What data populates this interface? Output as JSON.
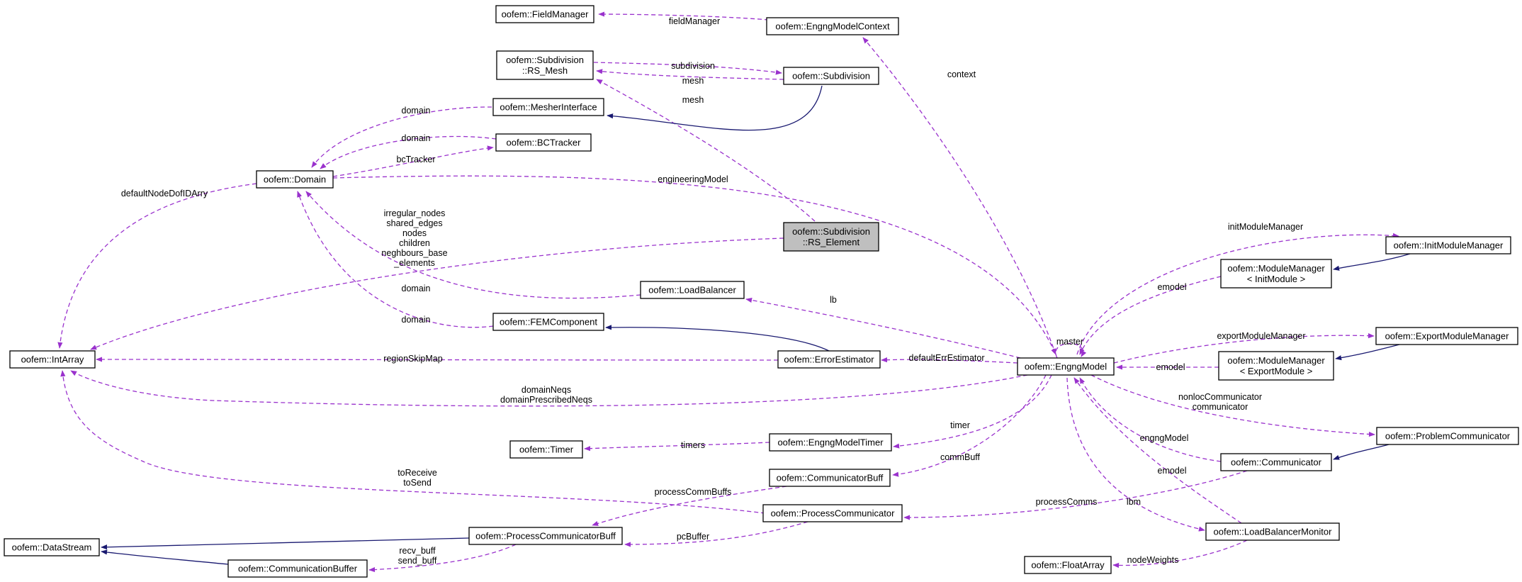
{
  "nodes": {
    "fieldmanager": {
      "lines": [
        "oofem::FieldManager"
      ]
    },
    "engngmodelcontext": {
      "lines": [
        "oofem::EngngModelContext"
      ]
    },
    "rsmesh": {
      "lines": [
        "oofem::Subdivision",
        "::RS_Mesh"
      ]
    },
    "subdivision": {
      "lines": [
        "oofem::Subdivision"
      ]
    },
    "mesherinterface": {
      "lines": [
        "oofem::MesherInterface"
      ]
    },
    "bctracker": {
      "lines": [
        "oofem::BCTracker"
      ]
    },
    "domain": {
      "lines": [
        "oofem::Domain"
      ]
    },
    "rselement": {
      "lines": [
        "oofem::Subdivision",
        "::RS_Element"
      ]
    },
    "initmodulemanager": {
      "lines": [
        "oofem::InitModuleManager"
      ]
    },
    "mm_init": {
      "lines": [
        "oofem::ModuleManager",
        "< InitModule >"
      ]
    },
    "loadbalancer": {
      "lines": [
        "oofem::LoadBalancer"
      ]
    },
    "femcomponent": {
      "lines": [
        "oofem::FEMComponent"
      ]
    },
    "intarray": {
      "lines": [
        "oofem::IntArray"
      ]
    },
    "errorestimator": {
      "lines": [
        "oofem::ErrorEstimator"
      ]
    },
    "engngmodel": {
      "lines": [
        "oofem::EngngModel"
      ]
    },
    "exportmodulemanager": {
      "lines": [
        "oofem::ExportModuleManager"
      ]
    },
    "mm_export": {
      "lines": [
        "oofem::ModuleManager",
        "< ExportModule >"
      ]
    },
    "problemcommunicator": {
      "lines": [
        "oofem::ProblemCommunicator"
      ]
    },
    "timer": {
      "lines": [
        "oofem::Timer"
      ]
    },
    "engngmodeltimer": {
      "lines": [
        "oofem::EngngModelTimer"
      ]
    },
    "communicator": {
      "lines": [
        "oofem::Communicator"
      ]
    },
    "communicatorbuff": {
      "lines": [
        "oofem::CommunicatorBuff"
      ]
    },
    "processcommunicator": {
      "lines": [
        "oofem::ProcessCommunicator"
      ]
    },
    "datastream": {
      "lines": [
        "oofem::DataStream"
      ]
    },
    "pcbuff": {
      "lines": [
        "oofem::ProcessCommunicatorBuff"
      ]
    },
    "loadbalancermonitor": {
      "lines": [
        "oofem::LoadBalancerMonitor"
      ]
    },
    "commbuffer": {
      "lines": [
        "oofem::CommunicationBuffer"
      ]
    },
    "floatarray": {
      "lines": [
        "oofem::FloatArray"
      ]
    }
  },
  "edge_labels": {
    "fieldManager": [
      "fieldManager"
    ],
    "context": [
      "context"
    ],
    "subdivision": [
      "subdivision"
    ],
    "mesh_a": [
      "mesh"
    ],
    "mesh_b": [
      "mesh"
    ],
    "domain_a": [
      "domain"
    ],
    "domain_b": [
      "domain"
    ],
    "bcTracker": [
      "bcTracker"
    ],
    "engineeringModel": [
      "engineeringModel"
    ],
    "defaultNodeDofIDArry": [
      "defaultNodeDofIDArry"
    ],
    "rs_arrays": [
      "irregular_nodes",
      "shared_edges",
      "nodes",
      "children",
      "neghbours_base",
      "_elements"
    ],
    "domain_c": [
      "domain"
    ],
    "domain_d": [
      "domain"
    ],
    "initModuleManager": [
      "initModuleManager"
    ],
    "emodel_a": [
      "emodel"
    ],
    "lb": [
      "lb"
    ],
    "master": [
      "master"
    ],
    "exportModuleManager": [
      "exportModuleManager"
    ],
    "emodel_b": [
      "emodel"
    ],
    "regionSkipMap": [
      "regionSkipMap"
    ],
    "defaultErrEstimator": [
      "defaultErrEstimator"
    ],
    "domainNeqs": [
      "domainNeqs",
      "domainPrescribedNeqs"
    ],
    "nonloc": [
      "nonlocCommunicator",
      "communicator"
    ],
    "engngModel": [
      "engngModel"
    ],
    "timer": [
      "timer"
    ],
    "timers": [
      "timers"
    ],
    "emodel_c": [
      "emodel"
    ],
    "commBuff": [
      "commBuff"
    ],
    "toReceive": [
      "toReceive",
      "toSend"
    ],
    "processCommBuffs": [
      "processCommBuffs"
    ],
    "processComms": [
      "processComms"
    ],
    "lbm": [
      "lbm"
    ],
    "pcBuffer": [
      "pcBuffer"
    ],
    "recv_buff": [
      "recv_buff",
      "send_buff"
    ],
    "nodeWeights": [
      "nodeWeights"
    ]
  },
  "colors": {
    "usage_edge": "#9a32cd",
    "inheritance_edge": "#191970",
    "focus_fill": "#bfbfbf",
    "node_fill": "#ffffff"
  }
}
